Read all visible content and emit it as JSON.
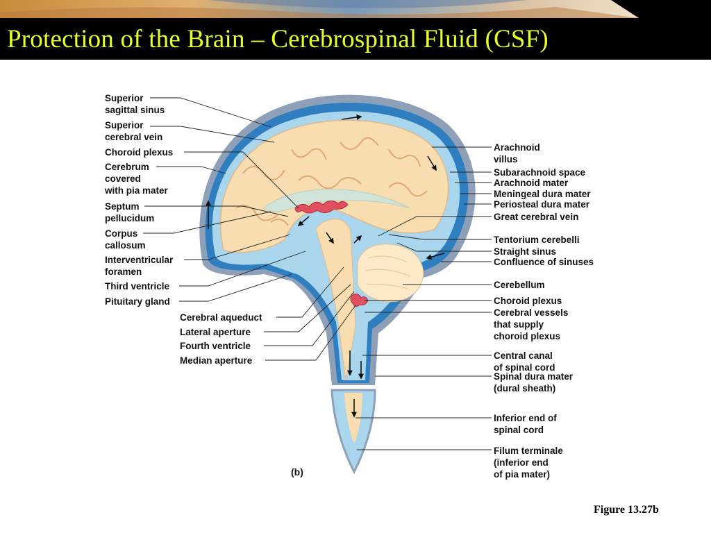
{
  "title": "Protection of the Brain – Cerebrospinal Fluid (CSF)",
  "panel_label": "(b)",
  "figure_ref": "Figure 13.27b",
  "labels_left": [
    "Superior\nsagittal sinus",
    "Superior\ncerebral vein",
    "Choroid plexus",
    "Cerebrum\ncovered\nwith pia mater",
    "Septum\npellucidum",
    "Corpus\ncallosum",
    "Interventricular\nforamen",
    "Third ventricle",
    "Pituitary gland"
  ],
  "labels_bottom": [
    "Cerebral aqueduct",
    "Lateral aperture",
    "Fourth ventricle",
    "Median aperture"
  ],
  "labels_right": [
    "Arachnoid\nvillus",
    "Subarachnoid space",
    "Arachnoid mater",
    "Meningeal dura mater",
    "Periosteal dura mater",
    "Great cerebral vein",
    "Tentorium cerebelli",
    "Straight sinus",
    "Confluence of sinuses",
    "Cerebellum",
    "Choroid plexus",
    "Cerebral vessels\nthat supply\nchoroid plexus",
    "Central canal\nof spinal cord",
    "Spinal dura mater\n(dural sheath)",
    "Inferior end of\nspinal cord",
    "Filum terminale\n(inferior end\nof pia mater)"
  ]
}
